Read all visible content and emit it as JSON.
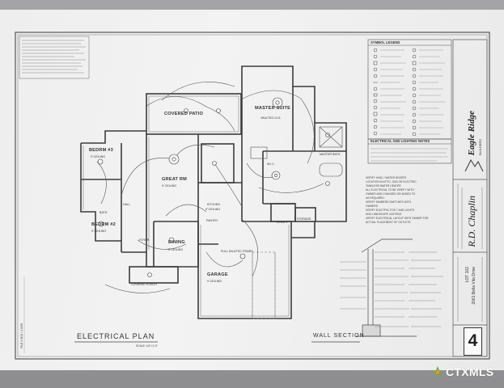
{
  "sheet": {
    "plan_title": "ELECTRICAL PLAN",
    "plan_scale": "SCALE: 1/4\"=1'-0\"",
    "section_title": "WALL SECTION",
    "sheet_number": "4",
    "side_strip": "FILE # 2615 / 4 2025"
  },
  "rooms": [
    {
      "id": "covered-patio",
      "label": "COVERED PATIO"
    },
    {
      "id": "master-suite",
      "label": "MASTER SUITE",
      "sub": "VAULTED CLG."
    },
    {
      "id": "bedroom-3",
      "label": "BEDRM #3",
      "sub": "9' CEILING"
    },
    {
      "id": "great-rm",
      "label": "GREAT RM",
      "sub": "9' CEILING"
    },
    {
      "id": "bedroom-2",
      "label": "BEDRM #2",
      "sub": "9' CEILING"
    },
    {
      "id": "bath",
      "label": "BATH"
    },
    {
      "id": "hall",
      "label": "HALL"
    },
    {
      "id": "kitchen",
      "label": "KITCHEN",
      "sub": "9' CEILING"
    },
    {
      "id": "pantry",
      "label": "PANTRY"
    },
    {
      "id": "foyer",
      "label": "FOYER"
    },
    {
      "id": "dining",
      "label": "DINING",
      "sub": "9' CEILING"
    },
    {
      "id": "utility",
      "label": "UTILITY"
    },
    {
      "id": "storage",
      "label": "STORAGE"
    },
    {
      "id": "garage",
      "label": "GARAGE",
      "sub": "9' CEILING"
    },
    {
      "id": "covered-porch",
      "label": "COVERED PORCH"
    },
    {
      "id": "pull-down-attic",
      "label": "PULL DN ATTIC STAIRS"
    },
    {
      "id": "master-bath",
      "label": "MASTER BATH"
    },
    {
      "id": "wic",
      "label": "W.I.C."
    }
  ],
  "symbol_legend": {
    "title": "SYMBOL LEGEND"
  },
  "electrical_notes": {
    "title": "ELECTRICAL AND LIGHTING NOTES",
    "lines": [
      "VERIFY HVAC / WATER HEATER",
      "LOCATION IN ATTIC. GAS OR ELECTRIC",
      "TANKLESS WATER HEATER",
      "ALL ELECTRICAL TO BE VERIFY WITH",
      "OWNER AND CHANGED OR ADDED TO",
      "AS REQUIRED.",
      "VERIFY DIMMERS SWITCHES WITH",
      "OWNERS",
      "VERIFY ELECTRIC FOR 7 AND LIGHTS",
      "AND LANDSCAPE LIGHTING",
      "VERIFY ELECTRICAL LAYOUT WITH OWNER FOR",
      "ACTUAL PLACEMENT OF OUTLETS"
    ]
  },
  "title_block": {
    "company": "Eagle Ridge",
    "company_sub": "BUILDERS",
    "client": "R.D. Chaplin",
    "lot": "LOT 102",
    "address": "2061 Bella Vita Drive"
  },
  "watermark": {
    "text": "CTXMLS",
    "colors": {
      "green": "#6aa84f",
      "orange": "#e69138",
      "white": "#ffffff"
    }
  }
}
